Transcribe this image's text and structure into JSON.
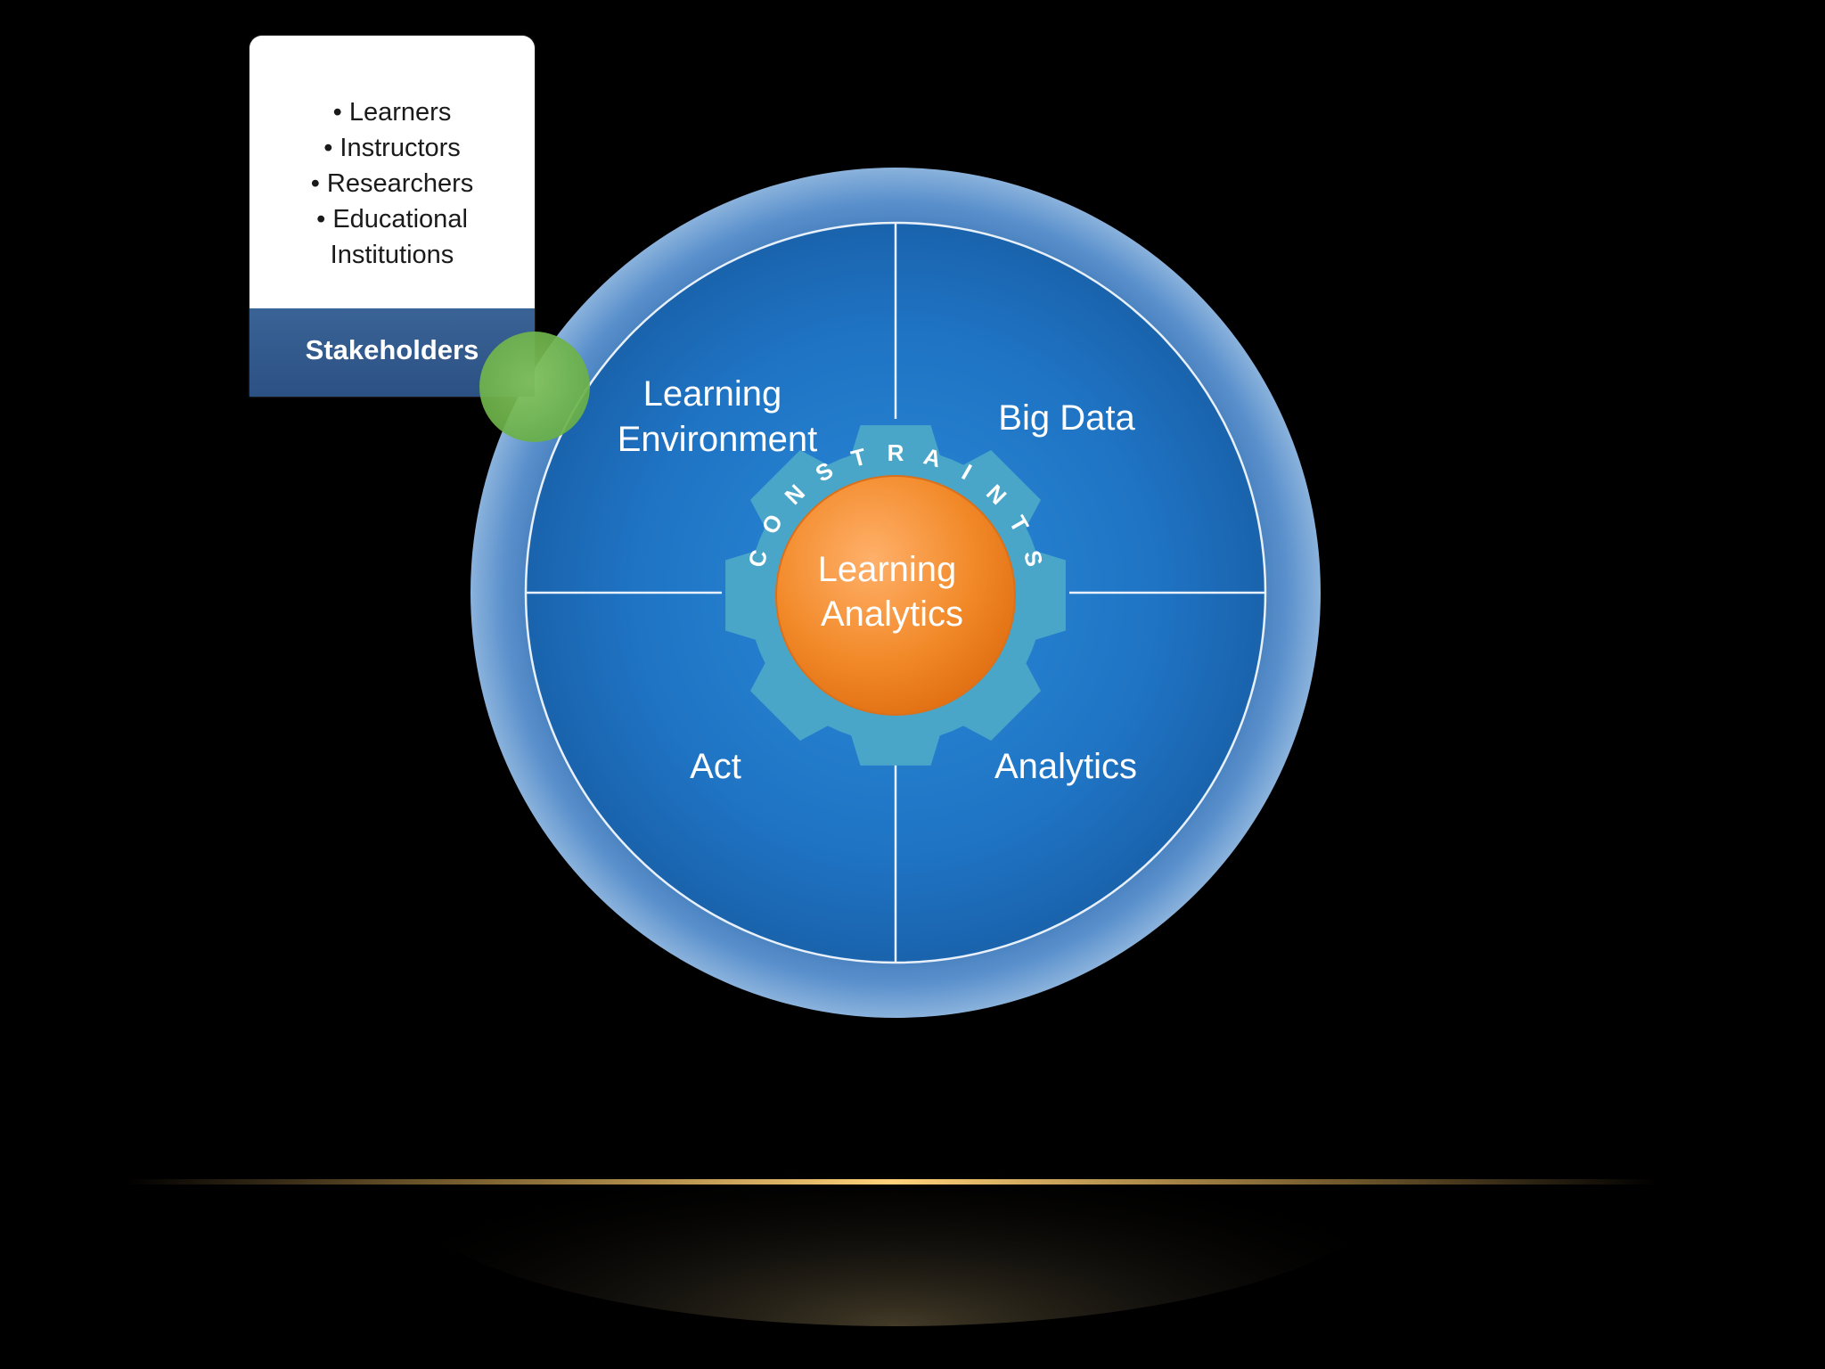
{
  "stakeholders": {
    "title": "Stakeholders",
    "items": [
      "Learners",
      "Instructors",
      "Researchers",
      "Educational Institutions"
    ]
  },
  "cycle": {
    "segments": [
      "Learning Environment",
      "Big Data",
      "Analytics",
      "Act"
    ],
    "core": [
      "Learning",
      "Analytics"
    ],
    "constraints_letters": [
      "C",
      "O",
      "N",
      "S",
      "T",
      "R",
      "A",
      "I",
      "N",
      "T",
      "S"
    ]
  },
  "colors": {
    "background": "#000000",
    "outer_ring": "#5b8fcb",
    "inner_disc": "#1f73c4",
    "gear": "#4aa6c8",
    "core": "#f28a2a",
    "stakeholder_header": "#2f5688",
    "connector": "#7dbf55",
    "floor_glow": "#f5c060"
  }
}
